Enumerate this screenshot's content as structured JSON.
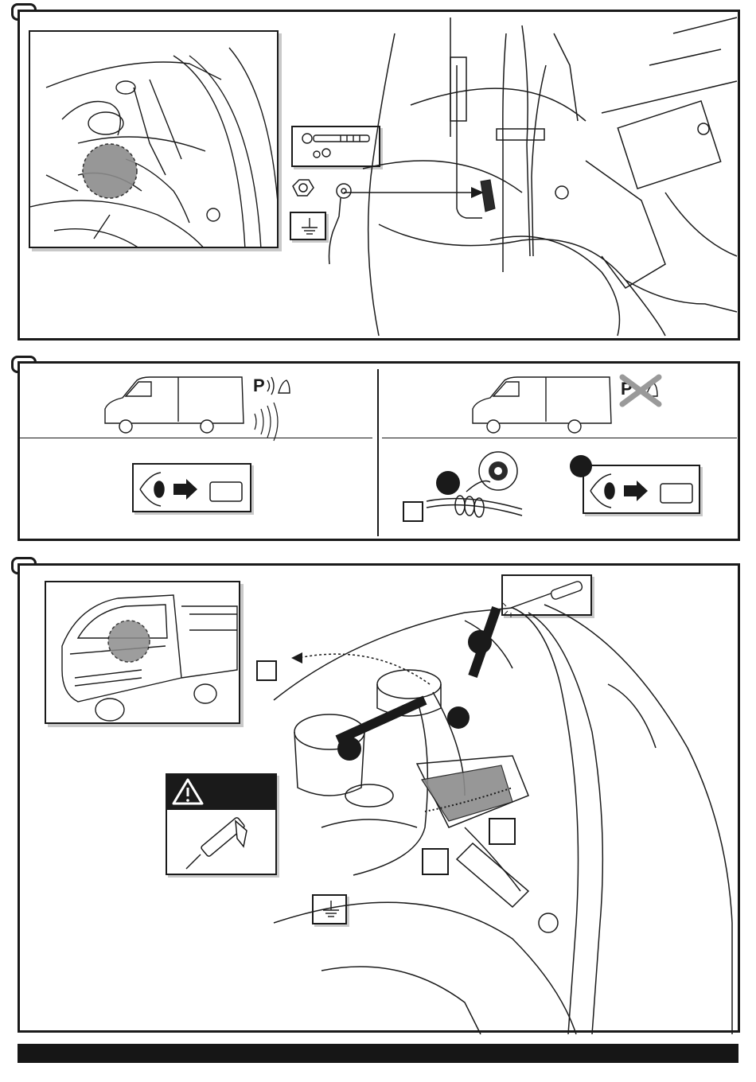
{
  "steps": [
    {
      "id": "step-1",
      "icons": [
        "ratchet-wrench-icon",
        "nut-icon",
        "ring-terminal-icon",
        "ground-symbol-icon"
      ]
    },
    {
      "id": "step-2",
      "left": {
        "status": "parking-sensor-active-icon"
      },
      "right": {
        "status": "parking-sensor-inactive-icon"
      }
    },
    {
      "id": "step-3",
      "icons": [
        "screwdriver-icon",
        "warning-triangle-icon",
        "sealant-gun-icon",
        "ground-symbol-icon"
      ]
    }
  ],
  "colors": {
    "line": "#1a1a1a",
    "shade": "#8c8c8c",
    "shadow": "#c9c9c9",
    "background": "#ffffff"
  }
}
